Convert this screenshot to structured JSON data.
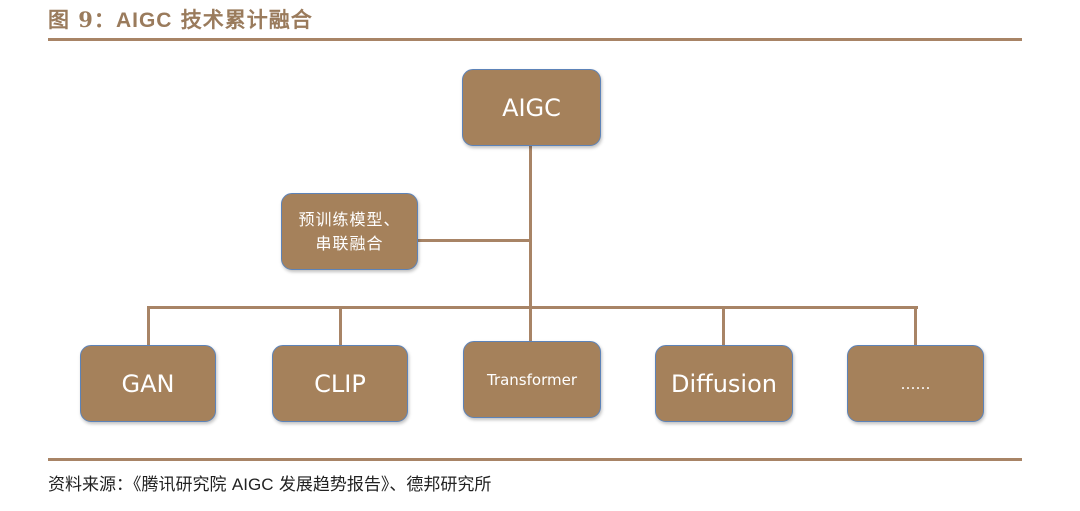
{
  "header": {
    "figure_label": "图 9：",
    "title_en": "AIGC",
    "title_cn": "技术累计融合"
  },
  "diagram": {
    "root": {
      "label": "AIGC"
    },
    "side_node": {
      "line1": "预训练模型、",
      "line2": "串联融合"
    },
    "children": [
      {
        "label": "GAN"
      },
      {
        "label": "CLIP"
      },
      {
        "label": "Transformer"
      },
      {
        "label": "Diffusion"
      },
      {
        "label": "……"
      }
    ]
  },
  "footer": {
    "source_prefix": "资料来源：《腾讯研究院",
    "source_en": "AIGC",
    "source_suffix": "发展趋势报告》、德邦研究所"
  },
  "colors": {
    "box_fill": "#a5815b",
    "box_border": "#5d83b8",
    "connector": "#a88466",
    "title": "#9a7b5c"
  }
}
